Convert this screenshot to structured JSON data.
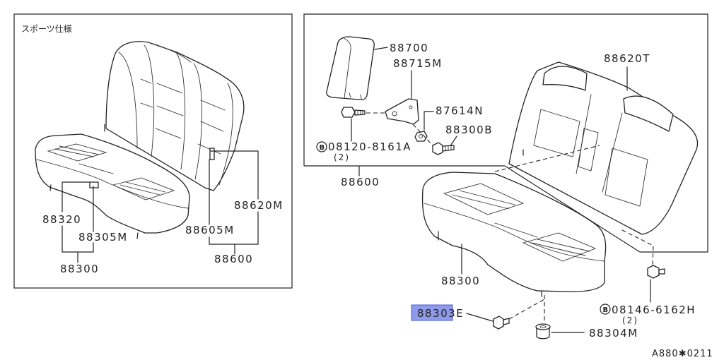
{
  "colors": {
    "highlight_fill": "#8e9bea",
    "highlight_border": "#4b5bd6",
    "line": "#222222"
  },
  "left_panel": {
    "variant_label": "スポーツ仕様",
    "parts": [
      "88320",
      "88305M",
      "88300",
      "88620M",
      "88605M",
      "88600"
    ]
  },
  "right_panel": {
    "upper_box": {
      "parts": [
        "88700",
        "88715M",
        "87614N",
        "88300B",
        "08120-8161A",
        "88600"
      ],
      "bolt_marker": "B",
      "bolt_qty": "(2)"
    },
    "parts": [
      {
        "number": "88620T",
        "highlighted": false
      },
      {
        "number": "88300",
        "highlighted": false
      },
      {
        "number": "88303E",
        "highlighted": true
      },
      {
        "number": "08146-6162H",
        "highlighted": false
      },
      {
        "number": "88304M",
        "highlighted": false
      }
    ],
    "bolt_marker": "B",
    "bolt_qty": "(2)"
  },
  "footer": {
    "diagram_code": "A880✱0211"
  }
}
